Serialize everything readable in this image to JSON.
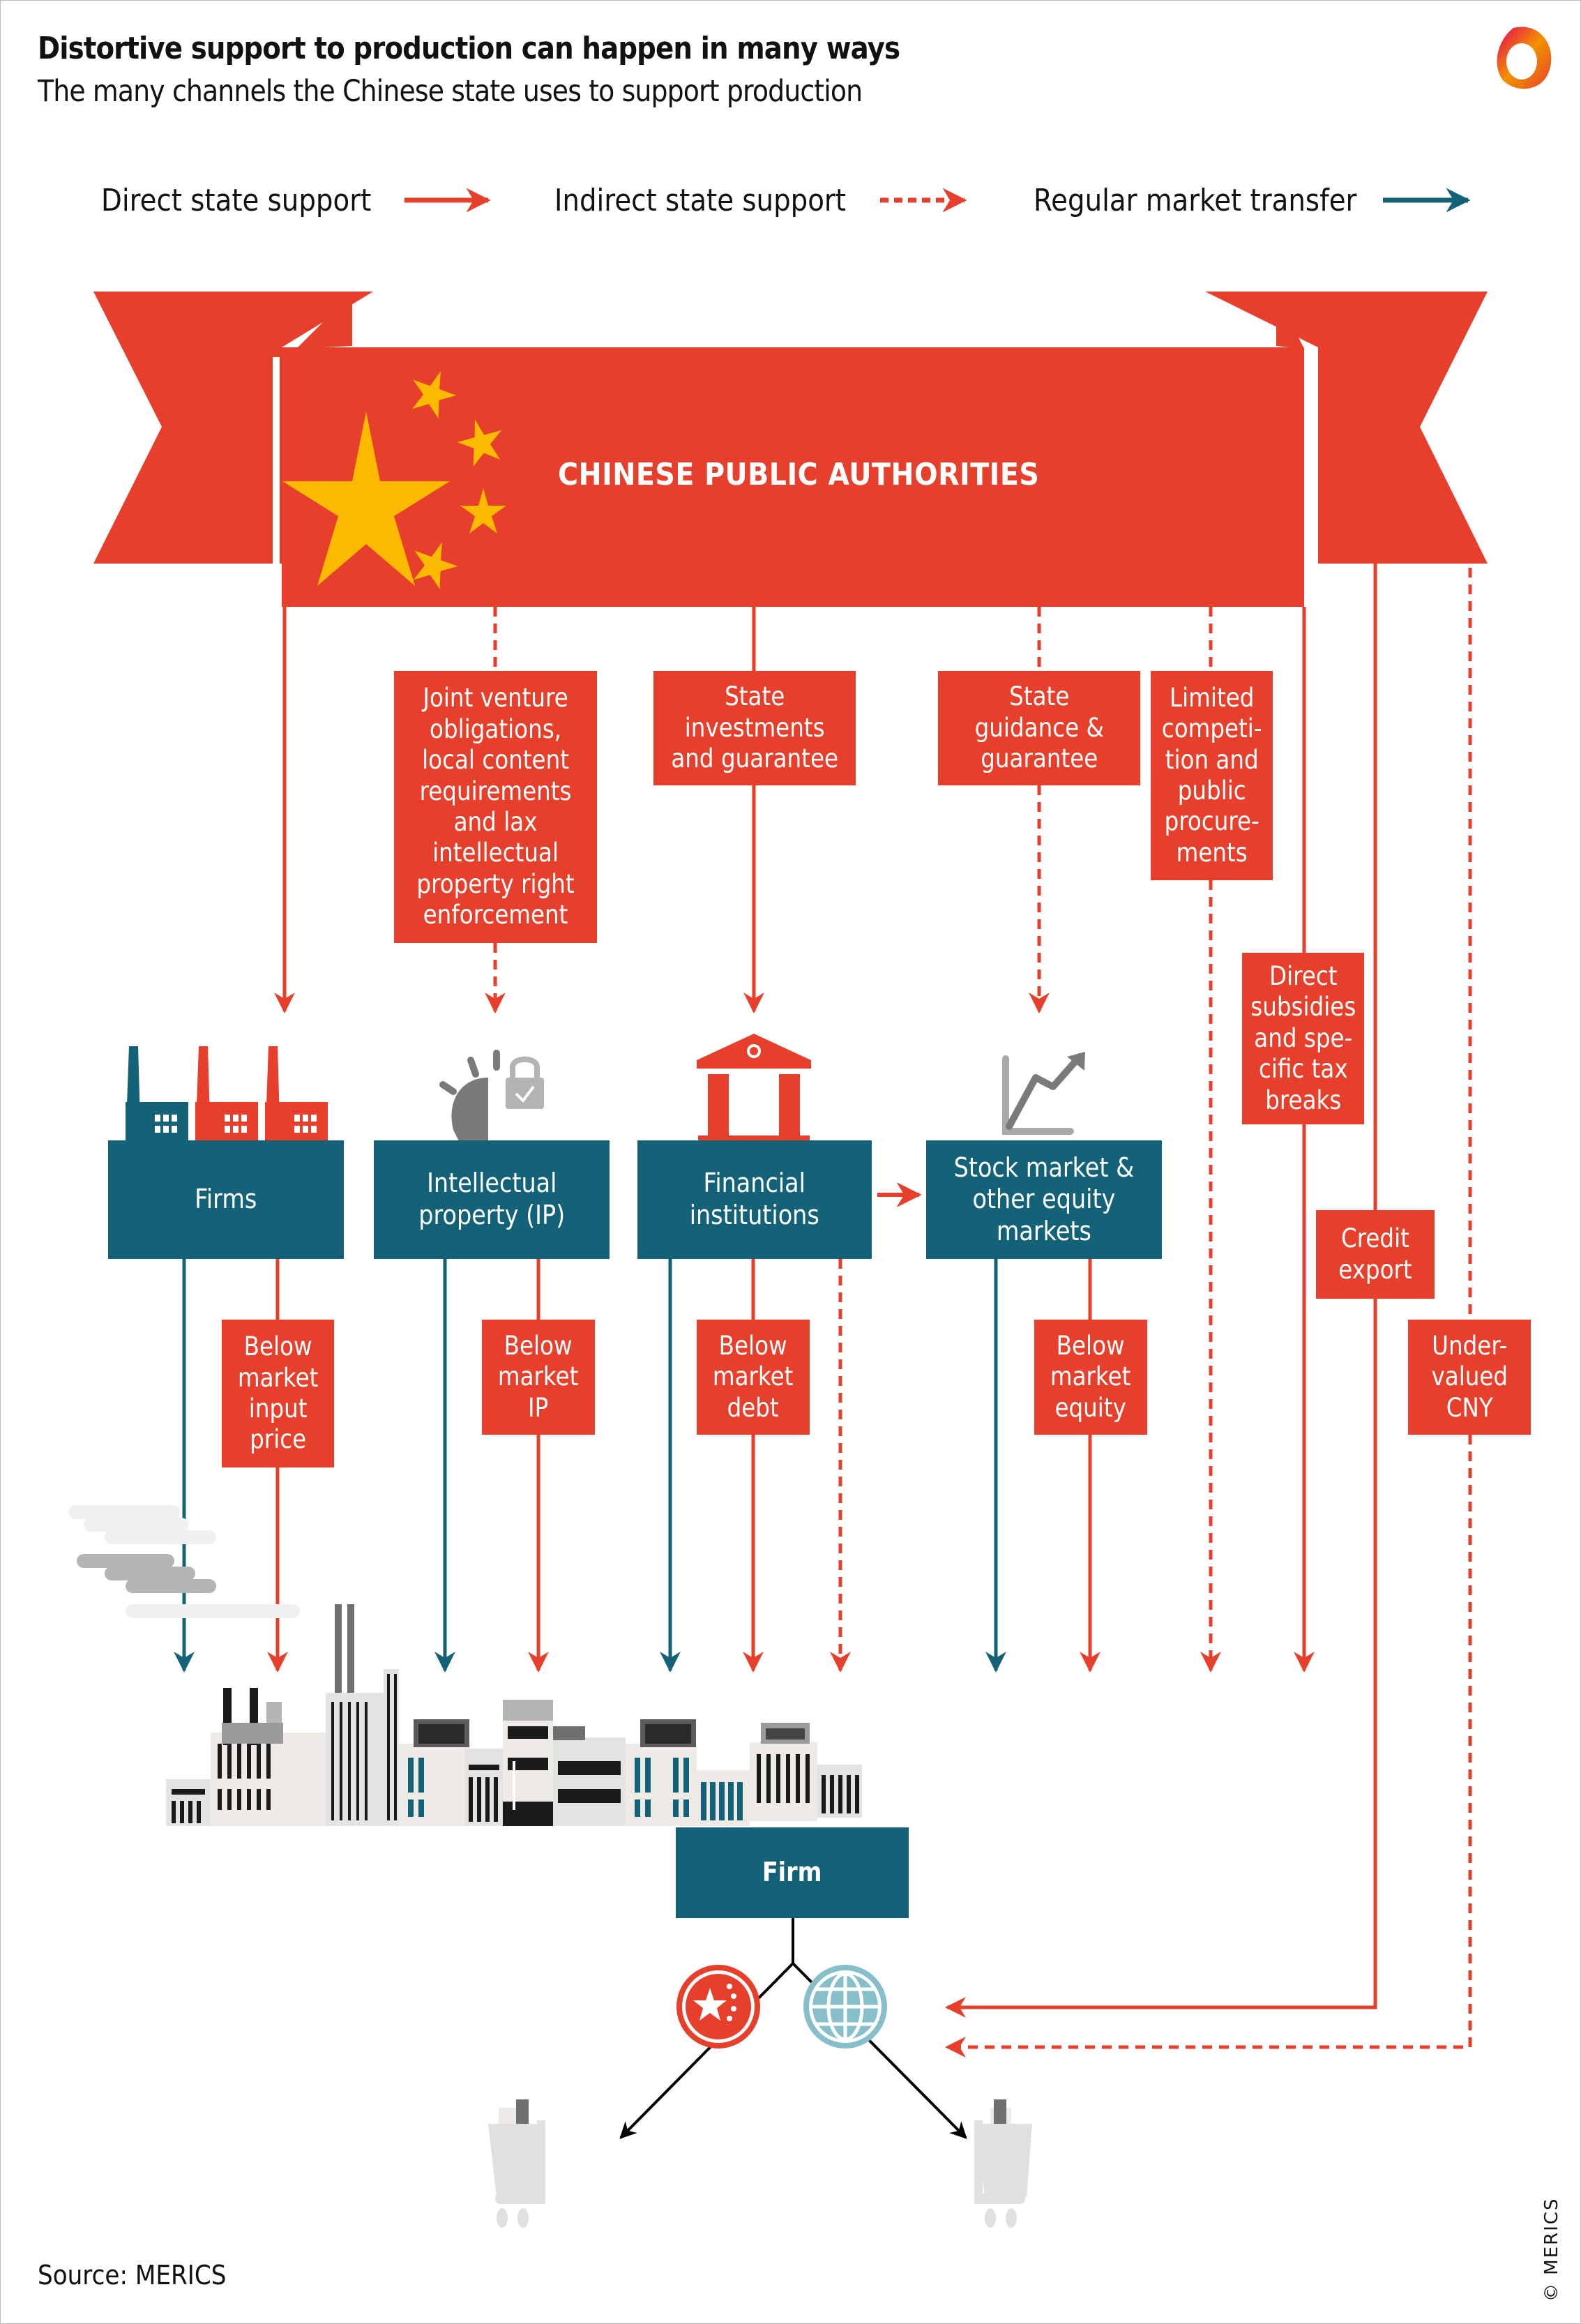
{
  "header": {
    "title": "Distortive support to production can happen in many ways",
    "subtitle": "The many channels the Chinese state uses to support production",
    "logo": "merics-logo-icon"
  },
  "legend": [
    {
      "label": "Direct state support",
      "style": "solid",
      "color": "#e6402c"
    },
    {
      "label": "Indirect state support",
      "style": "dashed",
      "color": "#e6402c"
    },
    {
      "label": "Regular market transfer",
      "style": "solid",
      "color": "#136278"
    }
  ],
  "banner": {
    "label": "CHINESE PUBLIC AUTHORITIES",
    "color": "#e6402c",
    "star_color": "#fbb900"
  },
  "channels": {
    "jv": "Joint venture\nobligations,\nlocal content\nrequirements\nand lax\nintellectual\nproperty right\nenforcement",
    "state_investments": "State\ninvestments\nand guarantee",
    "state_guidance": "State\nguidance &\nguarantee",
    "limited_competition": "Limited\ncompeti-\ntion and\npublic\nprocure-\nments",
    "direct_subsidies": "Direct\nsubsidies\nand spe-\ncific tax\nbreaks",
    "credit_export": "Credit\nexport",
    "undervalued_cny": "Under-\nvalued\nCNY"
  },
  "markets": {
    "firms": "Firms",
    "ip": "Intellectual\nproperty (IP)",
    "financial": "Financial\ninstitutions",
    "stock": "Stock market &\nother equity\nmarkets"
  },
  "transfers": {
    "input_price": "Below\nmarket\ninput\nprice",
    "ip": "Below\nmarket\nIP",
    "debt": "Below\nmarket\ndebt",
    "equity": "Below\nmarket\nequity"
  },
  "firm": {
    "label": "Firm"
  },
  "destinations": [
    {
      "name": "domestic-market",
      "icon": "china-flag-icon"
    },
    {
      "name": "world-market",
      "icon": "globe-icon"
    }
  ],
  "footer": {
    "source": "Source: MERICS",
    "copyright": "© MERICS"
  },
  "colors": {
    "red": "#e6402c",
    "teal": "#136278",
    "yellow": "#fbb900",
    "light_blue": "#86bfc9",
    "gray": "#7a7a7a"
  }
}
